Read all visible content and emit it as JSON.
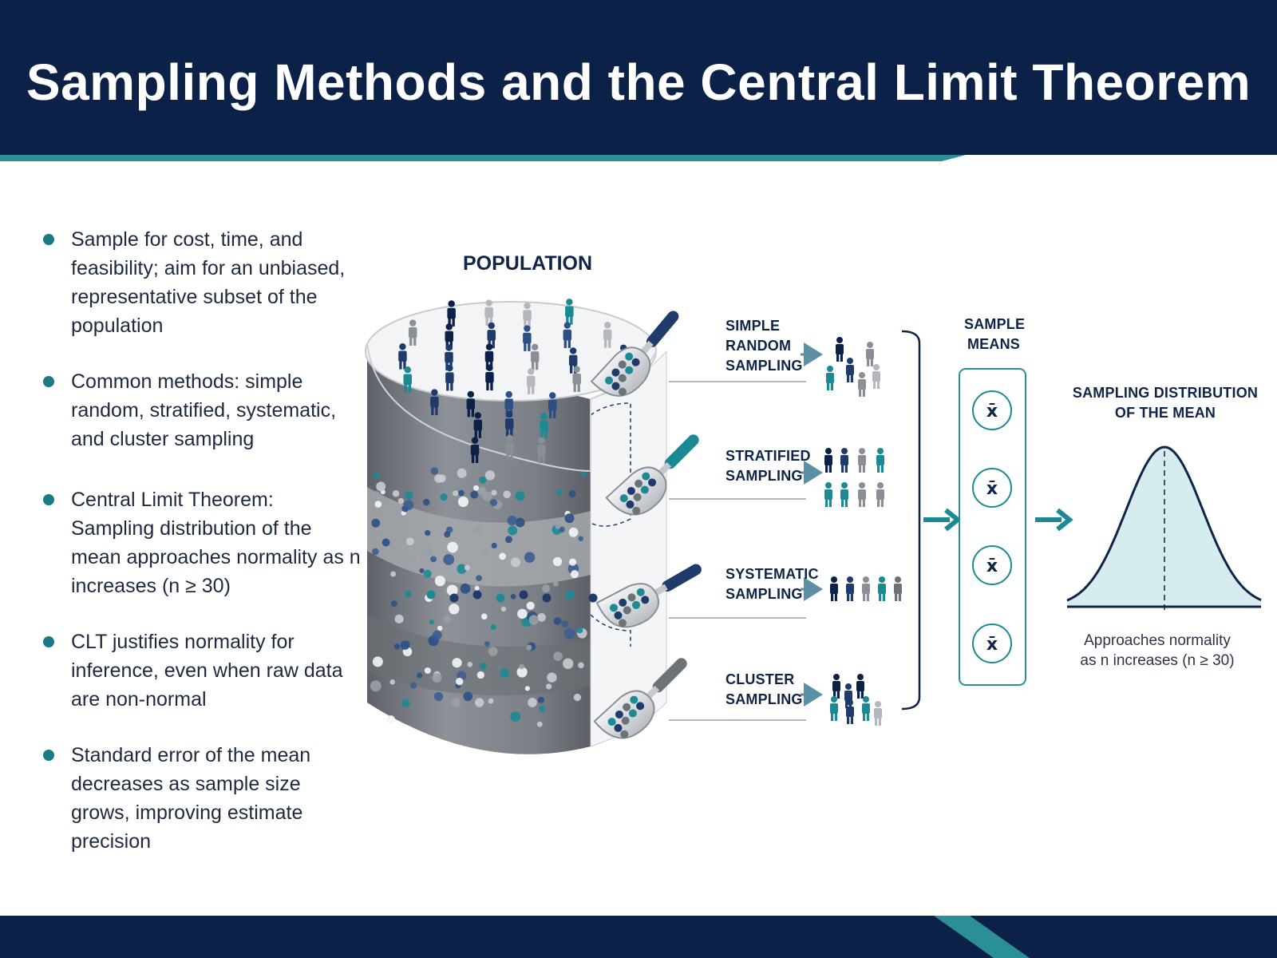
{
  "title": "Sampling Methods and the Central Limit Theorem",
  "bullets": [
    "Sample for cost, time, and feasibility; aim for an unbiased, representative subset of the population",
    "Common methods: simple random, stratified, systematic, and cluster sampling",
    "Central Limit Theorem: Sampling distribution of the mean approaches normality as n increases (n ≥ 30)",
    "CLT justifies normality for inference, even when raw data are non-normal",
    "Standard error of the mean decreases as sample size grows, improving estimate precision"
  ],
  "population_label": "POPULATION",
  "methods": [
    {
      "line1": "SIMPLE",
      "line2": "RANDOM",
      "line3": "SAMPLING"
    },
    {
      "line1": "STRATIFIED",
      "line2": "SAMPLING"
    },
    {
      "line1": "SYSTEMATIC",
      "line2": "SAMPLING"
    },
    {
      "line1": "CLUSTER",
      "line2": "SAMPLING"
    }
  ],
  "sample_means": {
    "line1": "SAMPLE",
    "line2": "MEANS",
    "symbol": "x̄"
  },
  "distribution": {
    "line1": "SAMPLING DISTRIBUTION",
    "line2": "OF THE MEAN",
    "caption1": "Approaches normality",
    "caption2": "as n increases (n ≥ 30)"
  },
  "colors": {
    "navy": "#0c2148",
    "teal": "#1b8a95",
    "gray": "#8a8f96",
    "light_teal": "#d6ecef"
  }
}
